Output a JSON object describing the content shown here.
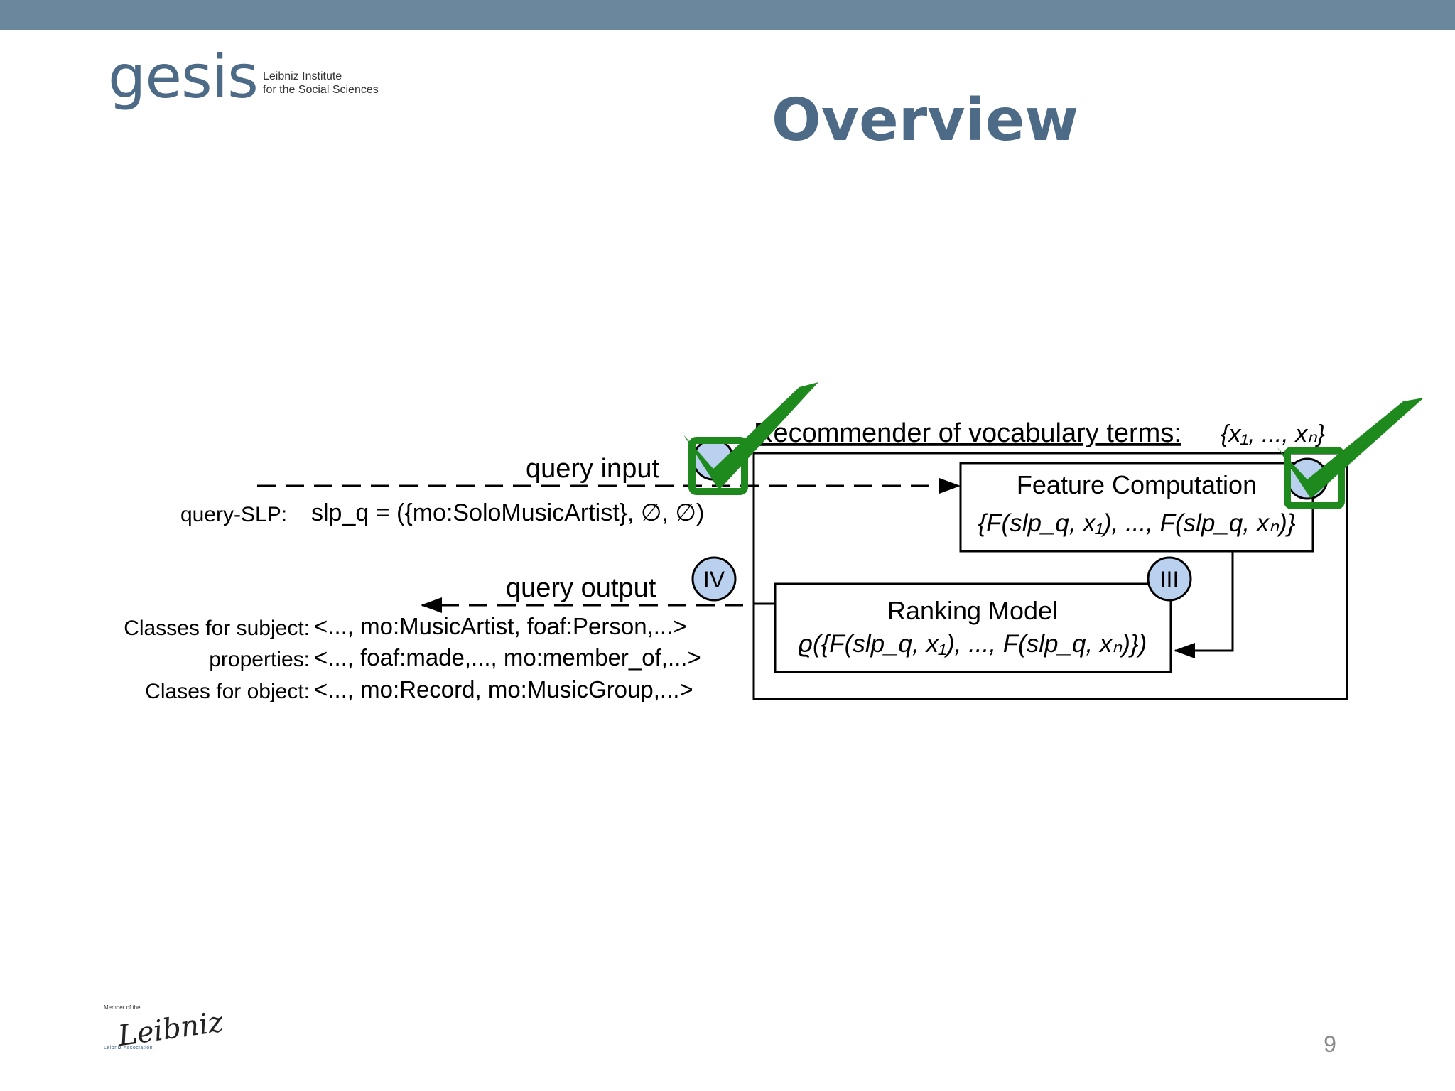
{
  "colors": {
    "top_bar": "#6b879e",
    "title": "#4d6a87",
    "logo": "#4d6a87",
    "check": "#1e8a1e",
    "badge_fill": "#b9d1ef"
  },
  "logo": {
    "word": "gesis",
    "line1": "Leibniz Institute",
    "line2": "for the Social Sciences",
    "icon": "gesis-logo"
  },
  "title": "Overview",
  "diagram": {
    "recommender_label": "Recommender of vocabulary terms:",
    "recommender_math": "{x₁, ..., xₙ}",
    "query_input_label": "query input",
    "query_slp_label": "query-SLP:",
    "query_slp_math": "slp_q = ({mo:SoloMusicArtist}, ∅, ∅)",
    "feature_box_title": "Feature Computation",
    "feature_box_math": "{F(slp_q, x₁), ..., F(slp_q, xₙ)}",
    "ranking_box_title": "Ranking Model",
    "ranking_box_math": "ϱ({F(slp_q, x₁), ..., F(slp_q, xₙ)})",
    "query_output_label": "query output",
    "badge_iii": "III",
    "badge_iv": "IV",
    "output_rows": [
      {
        "label": "Classes for subject:",
        "value": "<..., mo:MusicArtist, foaf:Person,...>"
      },
      {
        "label": "properties:",
        "value": "<..., foaf:made,..., mo:member_of,...>"
      },
      {
        "label": "Clases for object:",
        "value": "<..., mo:Record, mo:MusicGroup,...>"
      }
    ],
    "check_icon": "green-checkmark-icon"
  },
  "footer": {
    "leibniz_member": "Member of the",
    "leibniz_script": "Leibniz",
    "leibniz_assoc": "Leibniz Association",
    "page_number": "9"
  }
}
